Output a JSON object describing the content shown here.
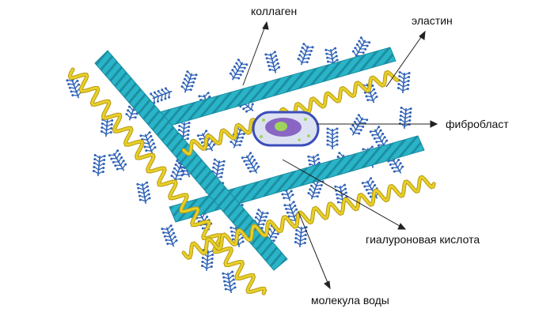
{
  "labels": {
    "collagen": "коллаген",
    "elastin": "эластин",
    "fibroblast": "фибробласт",
    "hyaluronic_acid": "гиалуроновая кислота",
    "water_molecule": "молекула воды"
  },
  "colors": {
    "collagen": "#2ab4c8",
    "collagen_stripe": "#1c8fa3",
    "elastin": "#e8cf2a",
    "elastin_shadow": "#b69a10",
    "hyaluronic": "#2f62b6",
    "cell_membrane": "#3b4fb8",
    "cell_body": "#dde2f2",
    "nucleus": "#8a66c4",
    "nucleolus": "#9fd45a",
    "leader_line": "#222222"
  }
}
